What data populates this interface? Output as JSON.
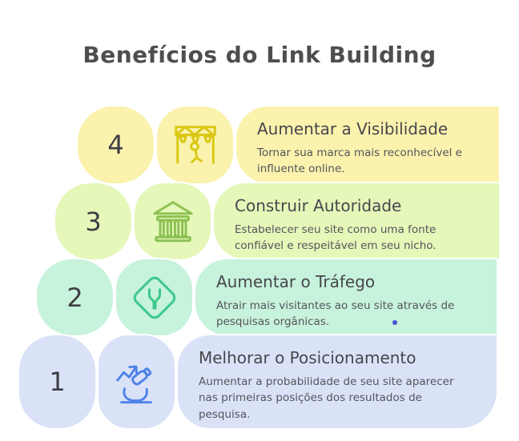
{
  "title": "Benefícios do Link Building",
  "items": [
    {
      "number": "4",
      "heading": "Aumentar a Visibilidade",
      "description": "Tornar sua marca mais reconhecível e\ninfluente online.",
      "icon": "stage-spotlight-icon",
      "bg_color": "#FAF2AD",
      "icon_color": "#D9C713"
    },
    {
      "number": "3",
      "heading": "Construir Autoridade",
      "description": "Estabelecer seu site como uma fonte\nconfiável e respeitável em seu nicho.",
      "icon": "bank-building-icon",
      "bg_color": "#E5F7B9",
      "icon_color": "#8CC152"
    },
    {
      "number": "2",
      "heading": "Aumentar o Tráfego",
      "description": "Atrair mais visitantes ao seu site através de\npesquisas orgânicas.",
      "icon": "road-fork-sign-icon",
      "bg_color": "#C7F2DC",
      "icon_color": "#3CC98A"
    },
    {
      "number": "1",
      "heading": "Melhorar o Posicionamento",
      "description": "Aumentar a probabilidade de seu site aparecer\nnas primeiras posições dos resultados de\npesquisa.",
      "icon": "microscope-icon",
      "bg_color": "#DAE2F8",
      "icon_color": "#4D82E8"
    }
  ],
  "decorations": {
    "blue_dot_color": "#4B52D8"
  },
  "text_colors": {
    "title": "#4E4E50",
    "heading": "#47474D",
    "body": "#55555C",
    "number": "#3E3E44"
  }
}
